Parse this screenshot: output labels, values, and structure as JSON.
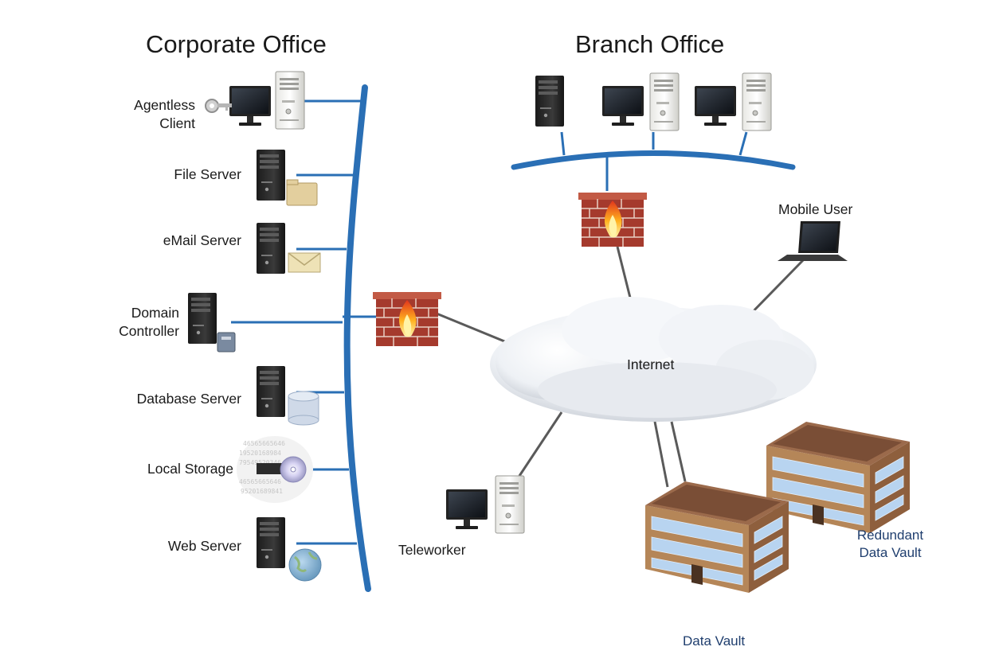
{
  "titles": {
    "corporate": "Corporate Office",
    "branch": "Branch Office"
  },
  "corporate_nodes": [
    {
      "label_line1": "Agentless",
      "label_line2": "Client",
      "icon": "workstation-key"
    },
    {
      "label_line1": "File Server",
      "icon": "server-folder"
    },
    {
      "label_line1": "eMail Server",
      "icon": "server-envelope"
    },
    {
      "label_line1": "Domain",
      "label_line2": "Controller",
      "icon": "server-device"
    },
    {
      "label_line1": "Database Server",
      "icon": "server-database"
    },
    {
      "label_line1": "Local Storage",
      "icon": "server-disc"
    },
    {
      "label_line1": "Web Server",
      "icon": "server-globe"
    }
  ],
  "internet": {
    "label": "Internet"
  },
  "mobile_user": {
    "label": "Mobile User"
  },
  "teleworker": {
    "label": "Teleworker"
  },
  "data_vault": {
    "label": "Data Vault"
  },
  "redundant_vault": {
    "label_line1": "Redundant",
    "label_line2": "Data Vault"
  },
  "colors": {
    "backbone": "#2a6fb5",
    "link_blue": "#2a6fb5",
    "link_gray": "#555555",
    "firewall_brick": "#a53a2d",
    "building": "#b07a52",
    "vault_label": "#1f3e6e"
  }
}
